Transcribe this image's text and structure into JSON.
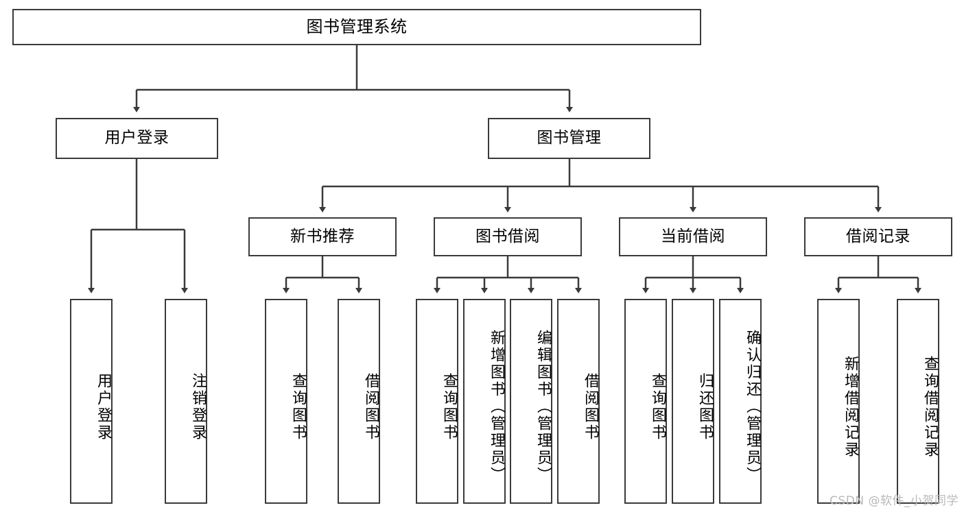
{
  "diagram": {
    "title": "图书管理系统",
    "type": "hierarchy-tree",
    "watermark": "CSDN @软件_小贺同学",
    "colors": {
      "border": "#3a3a3a",
      "fill": "#ffffff",
      "text": "#000000",
      "watermark": "#b9b9b9"
    },
    "levels": {
      "root": {
        "label": "图书管理系统"
      },
      "level2": [
        {
          "label": "用户登录"
        },
        {
          "label": "图书管理"
        }
      ],
      "level3": [
        {
          "label": "新书推荐"
        },
        {
          "label": "图书借阅"
        },
        {
          "label": "当前借阅"
        },
        {
          "label": "借阅记录"
        }
      ],
      "leaves": {
        "user_login": [
          {
            "label": "用户登录"
          },
          {
            "label": "注销登录"
          }
        ],
        "new_book_recommend": [
          {
            "label": "查询图书"
          },
          {
            "label": "借阅图书"
          }
        ],
        "book_borrow": [
          {
            "label": "查询图书"
          },
          {
            "label": "新增图书（管理员）"
          },
          {
            "label": "编辑图书（管理员）"
          },
          {
            "label": "借阅图书"
          }
        ],
        "current_borrow": [
          {
            "label": "查询图书"
          },
          {
            "label": "归还图书"
          },
          {
            "label": "确认归还（管理员）"
          }
        ],
        "borrow_record": [
          {
            "label": "新增借阅记录"
          },
          {
            "label": "查询借阅记录"
          }
        ]
      }
    }
  }
}
